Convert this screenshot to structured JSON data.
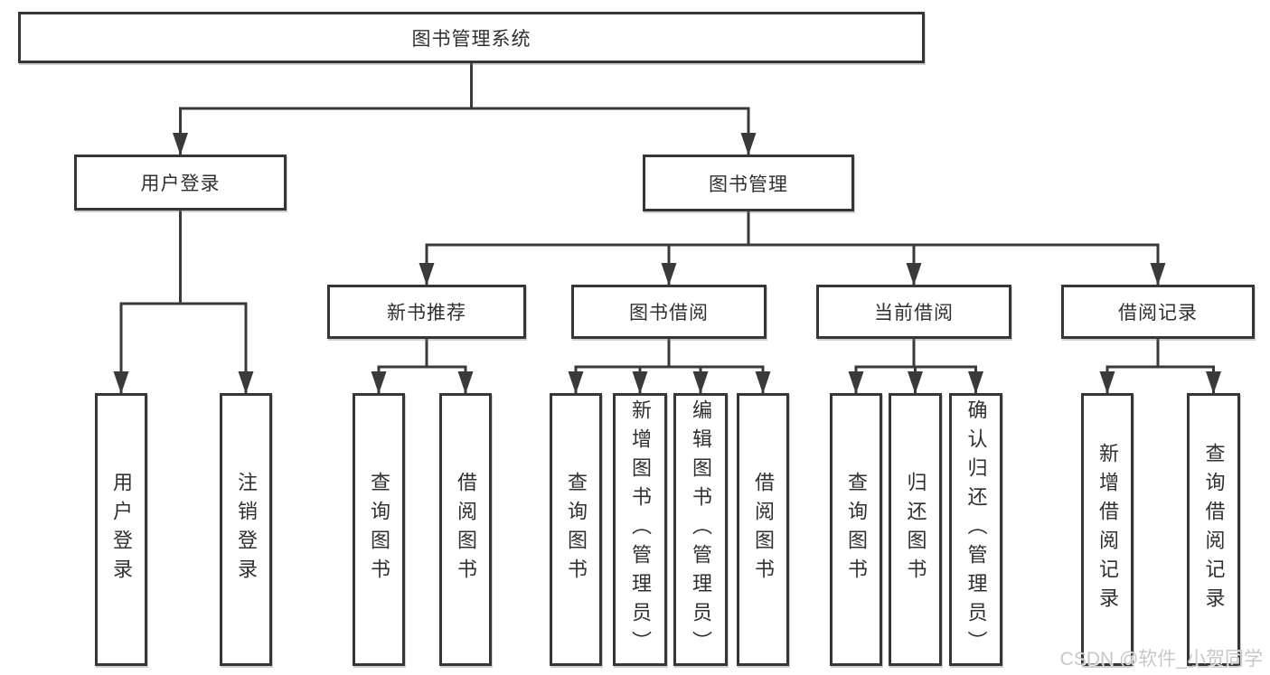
{
  "diagram": {
    "tree": {
      "label": "图书管理系统",
      "children": [
        {
          "label": "用户登录",
          "children": [
            {
              "label": "用户登录"
            },
            {
              "label": "注销登录"
            }
          ]
        },
        {
          "label": "图书管理",
          "children": [
            {
              "label": "新书推荐",
              "children": [
                {
                  "label": "查询图书"
                },
                {
                  "label": "借阅图书"
                }
              ]
            },
            {
              "label": "图书借阅",
              "children": [
                {
                  "label": "查询图书"
                },
                {
                  "label": "新增图书（管理员）"
                },
                {
                  "label": "编辑图书（管理员）"
                },
                {
                  "label": "借阅图书"
                }
              ]
            },
            {
              "label": "当前借阅",
              "children": [
                {
                  "label": "查询图书"
                },
                {
                  "label": "归还图书"
                },
                {
                  "label": "确认归还（管理员）"
                }
              ]
            },
            {
              "label": "借阅记录",
              "children": [
                {
                  "label": "新增借阅记录"
                },
                {
                  "label": "查询借阅记录"
                }
              ]
            }
          ]
        }
      ]
    }
  },
  "watermark": {
    "text": "CSDN @软件_小贺同学"
  },
  "colors": {
    "line": "#3a3a3a",
    "text": "#303030",
    "background": "#ffffff",
    "watermark": "#c3c3c3"
  }
}
